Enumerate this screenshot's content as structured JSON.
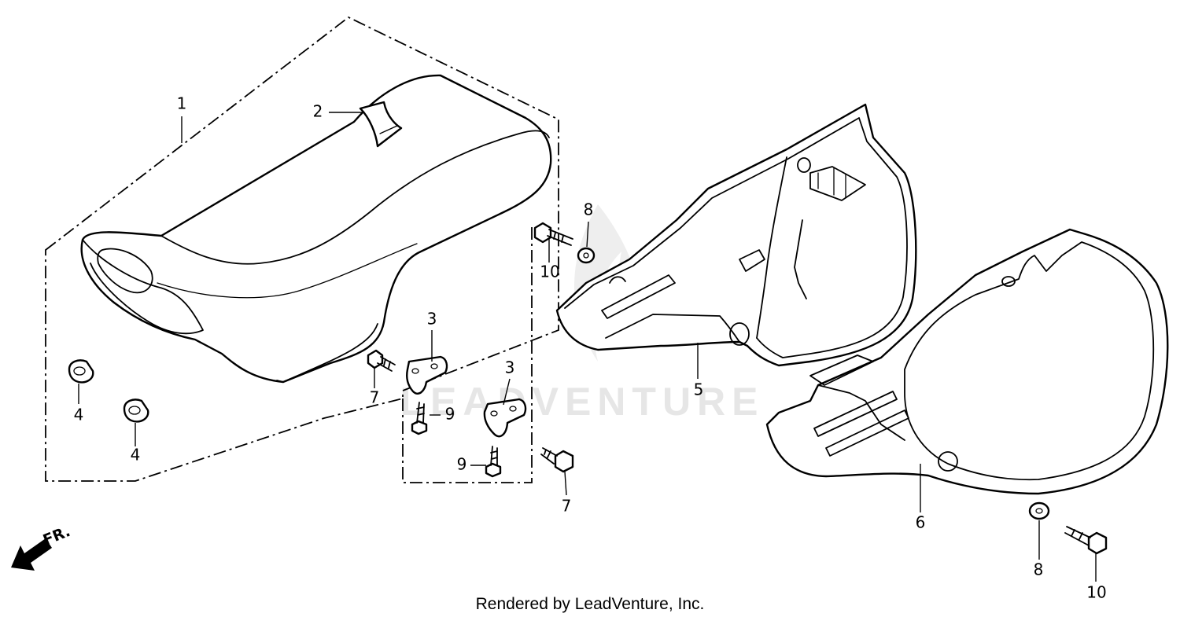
{
  "watermark": "LEADVENTURE",
  "credit": "Rendered by LeadVenture, Inc.",
  "direction_label": "FR.",
  "callouts": {
    "seat": "1",
    "seat_tab": "2",
    "bracket_a": "3",
    "bracket_b": "3",
    "grommet_a": "4",
    "grommet_b": "4",
    "side_cover_right": "5",
    "side_cover_left": "6",
    "bolt_7_left": "7",
    "bolt_7_right": "7",
    "washer_8_top": "8",
    "washer_8_bottom": "8",
    "screw_9_top": "9",
    "screw_9_bottom": "9",
    "bolt_10_top": "10",
    "bolt_10_bottom": "10"
  }
}
